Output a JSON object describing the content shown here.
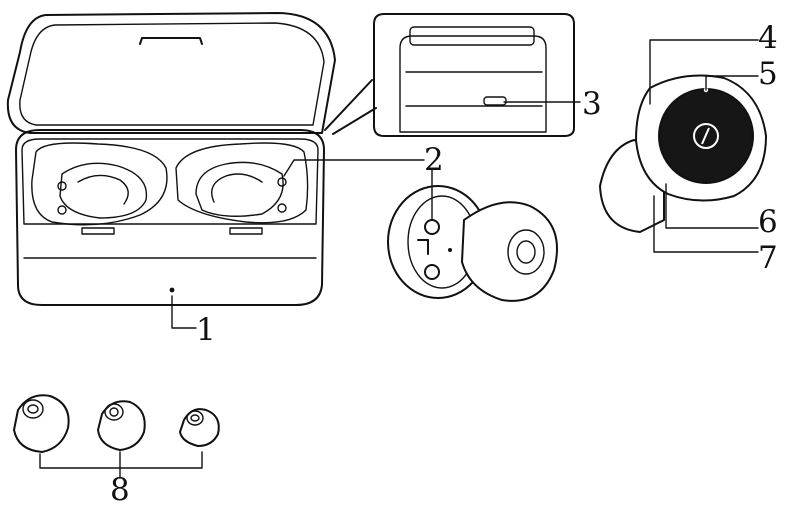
{
  "callouts": {
    "case": "1",
    "charging_contacts": "2",
    "usb_port": "3",
    "touch_area": "4",
    "indicator": "5",
    "microphone": "6",
    "charging_pins": "7",
    "ear_tips": "8"
  },
  "colors": {
    "line": "#111111",
    "background": "#ffffff",
    "button_face": "#161616"
  }
}
